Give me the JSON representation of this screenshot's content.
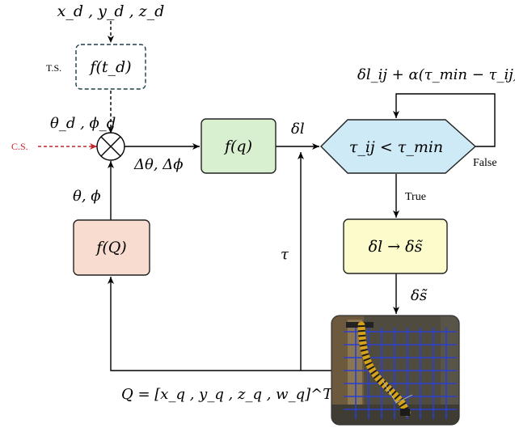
{
  "diagram": {
    "input_target": "x_d , y_d , z_d",
    "ts_label": "T.S.",
    "ts_block": "f(t_d)",
    "ref_angles": "θ_d , ϕ_d",
    "cs_label": "C.S.",
    "error_label": "Δθ, Δϕ",
    "controller_block": "f(q)",
    "delta_l": "δl",
    "condition": "τ_ij < τ_min",
    "update_rule": "δl_ij + α(τ_min − τ_ij)",
    "false_label": "False",
    "true_label": "True",
    "mapping_block": "δl → δs̃",
    "delta_s": "δs̃",
    "tau": "τ",
    "measured_angles": "θ, ϕ",
    "sensor_block": "f(Q)",
    "quaternion": "Q = [x_q , y_q , z_q , w_q]^T"
  },
  "colors": {
    "ts_block_fill": "#ffffff",
    "controller_fill": "#d9f0d0",
    "condition_fill": "#cdeaf6",
    "mapping_fill": "#fbfbcb",
    "sensor_fill": "#f9dcd0",
    "cs_arrow": "#c0262d"
  },
  "photo": {
    "subject": "yellow-black-continuum-robot-in-grid-frame"
  }
}
